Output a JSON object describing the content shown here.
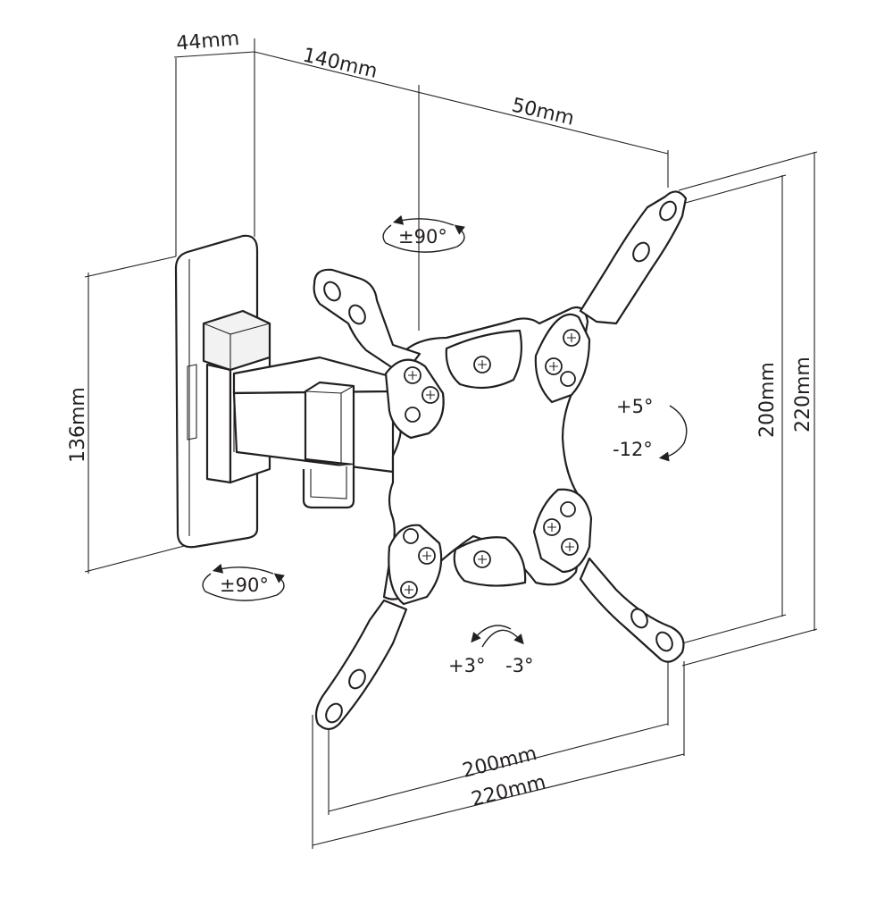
{
  "dimensions": {
    "plate_depth": "44mm",
    "arm_extension": "140mm",
    "offset_to_center": "50mm",
    "wall_plate_height": "136mm",
    "vesa_inner_vertical": "200mm",
    "vesa_outer_vertical": "220mm",
    "vesa_inner_horizontal": "200mm",
    "vesa_outer_horizontal": "220mm"
  },
  "angles": {
    "swivel_top": "±90°",
    "swivel_bottom": "±90°",
    "tilt_up": "+5°",
    "tilt_down": "-12°",
    "rotate_cw": "+3°",
    "rotate_ccw": "-3°"
  },
  "colors": {
    "line": "#231f20",
    "fill": "#ffffff"
  }
}
